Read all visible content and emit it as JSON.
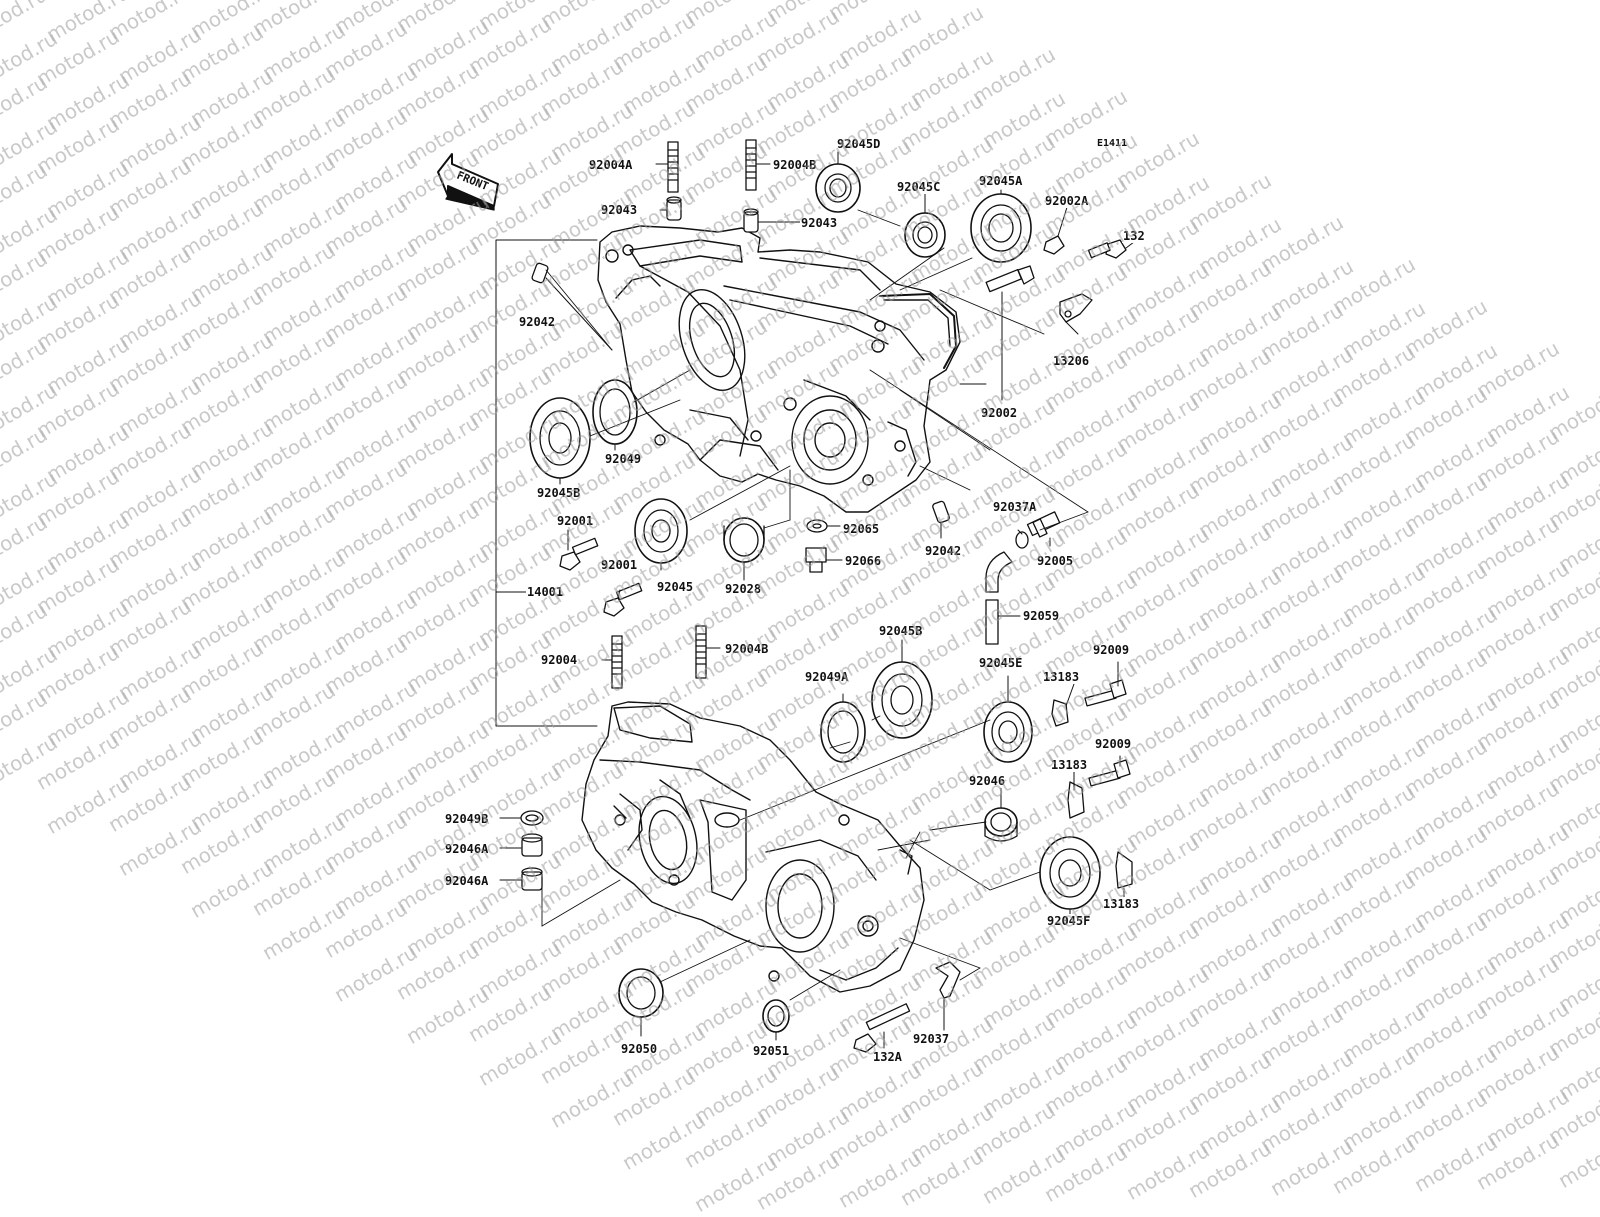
{
  "diagram_code": "E1411",
  "front_label": "FRONT",
  "watermark": "motod.ru",
  "parts": [
    {
      "id": "p1",
      "label": "92004A"
    },
    {
      "id": "p2",
      "label": "92004B"
    },
    {
      "id": "p3",
      "label": "92045D"
    },
    {
      "id": "p4",
      "label": "92043"
    },
    {
      "id": "p5",
      "label": "92043"
    },
    {
      "id": "p6",
      "label": "92045C"
    },
    {
      "id": "p7",
      "label": "92045A"
    },
    {
      "id": "p8",
      "label": "92002A"
    },
    {
      "id": "p9",
      "label": "132"
    },
    {
      "id": "p10",
      "label": "92042"
    },
    {
      "id": "p11",
      "label": "13206"
    },
    {
      "id": "p12",
      "label": "92002"
    },
    {
      "id": "p13",
      "label": "92049"
    },
    {
      "id": "p14",
      "label": "92045B"
    },
    {
      "id": "p15",
      "label": "92001"
    },
    {
      "id": "p16",
      "label": "92065"
    },
    {
      "id": "p17",
      "label": "92037A"
    },
    {
      "id": "p18",
      "label": "92042"
    },
    {
      "id": "p19",
      "label": "92005"
    },
    {
      "id": "p20",
      "label": "92001"
    },
    {
      "id": "p21",
      "label": "92066"
    },
    {
      "id": "p22",
      "label": "14001"
    },
    {
      "id": "p23",
      "label": "92045"
    },
    {
      "id": "p24",
      "label": "92028"
    },
    {
      "id": "p25",
      "label": "92059"
    },
    {
      "id": "p26",
      "label": "92045B"
    },
    {
      "id": "p27",
      "label": "92004"
    },
    {
      "id": "p28",
      "label": "92004B"
    },
    {
      "id": "p29",
      "label": "92009"
    },
    {
      "id": "p30",
      "label": "92045E"
    },
    {
      "id": "p31",
      "label": "92049A"
    },
    {
      "id": "p32",
      "label": "13183"
    },
    {
      "id": "p33",
      "label": "92009"
    },
    {
      "id": "p34",
      "label": "13183"
    },
    {
      "id": "p35",
      "label": "92046"
    },
    {
      "id": "p36",
      "label": "92049B"
    },
    {
      "id": "p37",
      "label": "92046A"
    },
    {
      "id": "p38",
      "label": "92046A"
    },
    {
      "id": "p39",
      "label": "13183"
    },
    {
      "id": "p40",
      "label": "92045F"
    },
    {
      "id": "p41",
      "label": "92037"
    },
    {
      "id": "p42",
      "label": "92050"
    },
    {
      "id": "p43",
      "label": "92051"
    },
    {
      "id": "p44",
      "label": "132A"
    }
  ]
}
